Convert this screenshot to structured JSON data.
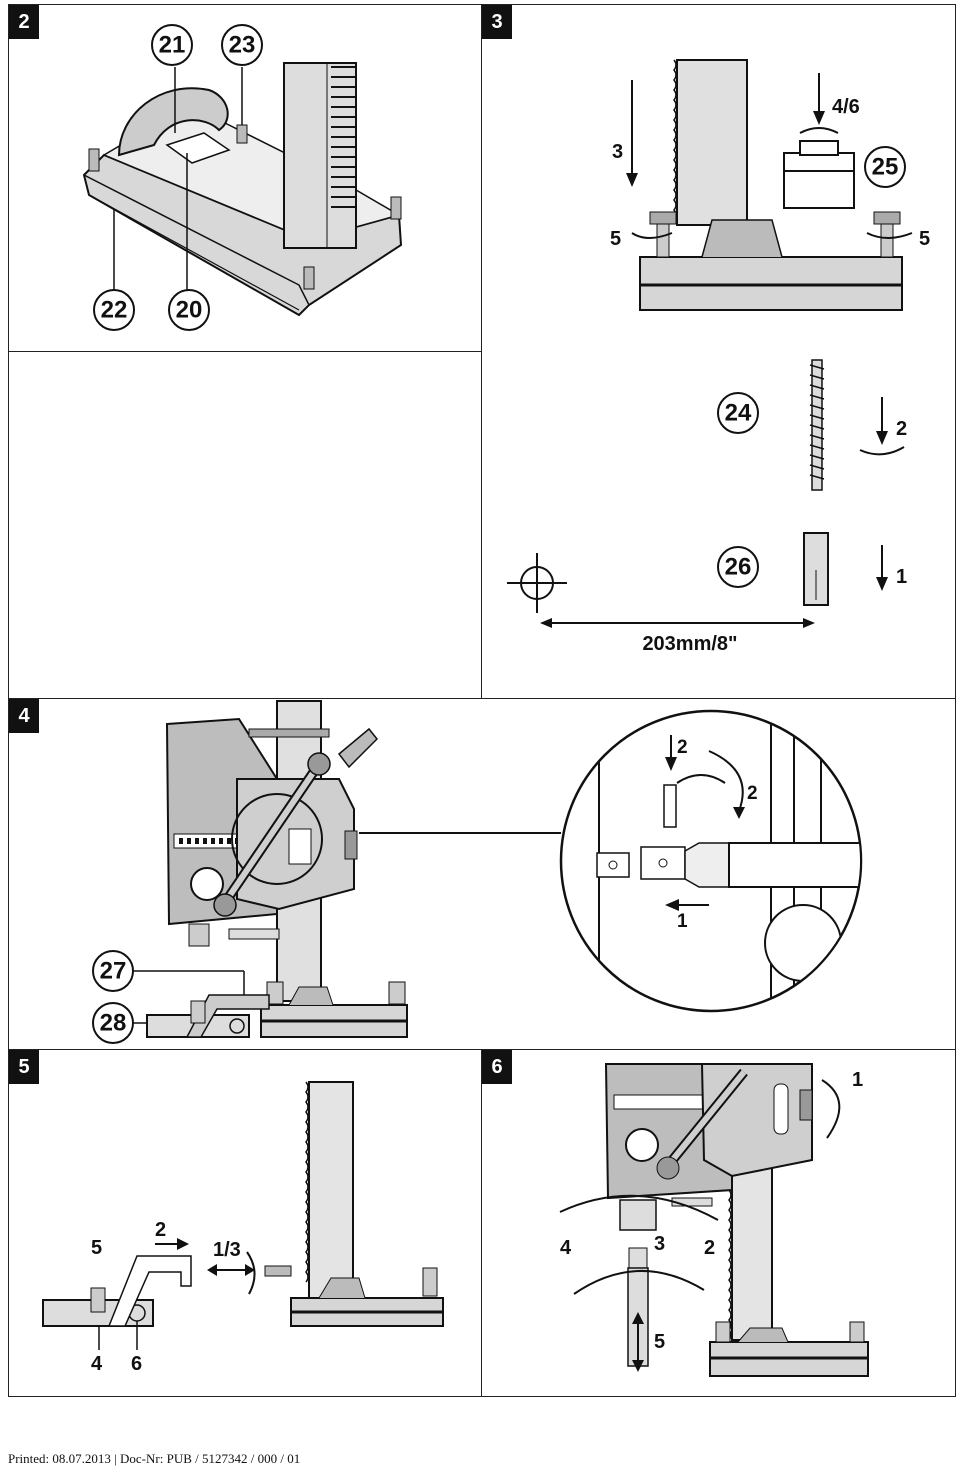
{
  "figures": {
    "f2": {
      "number": "2",
      "callouts": [
        "21",
        "23",
        "22",
        "20"
      ]
    },
    "f3": {
      "number": "3",
      "callouts": [
        "25",
        "24",
        "26"
      ],
      "steps": {
        "s3": "3",
        "s46": "4/6",
        "s5a": "5",
        "s5b": "5",
        "s2": "2",
        "s1": "1"
      },
      "dimension": "203mm/8\""
    },
    "f4": {
      "number": "4",
      "callouts": [
        "27",
        "28"
      ],
      "steps": {
        "s2a": "2",
        "s2b": "2",
        "s1": "1"
      }
    },
    "f5": {
      "number": "5",
      "steps": {
        "s5": "5",
        "s2": "2",
        "s13": "1/3",
        "s4": "4",
        "s6": "6"
      }
    },
    "f6": {
      "number": "6",
      "steps": {
        "s1": "1",
        "s4": "4",
        "s3": "3",
        "s2": "2",
        "s5": "5"
      }
    }
  },
  "footer": "Printed: 08.07.2013 | Doc-Nr: PUB / 5127342 / 000 / 01"
}
